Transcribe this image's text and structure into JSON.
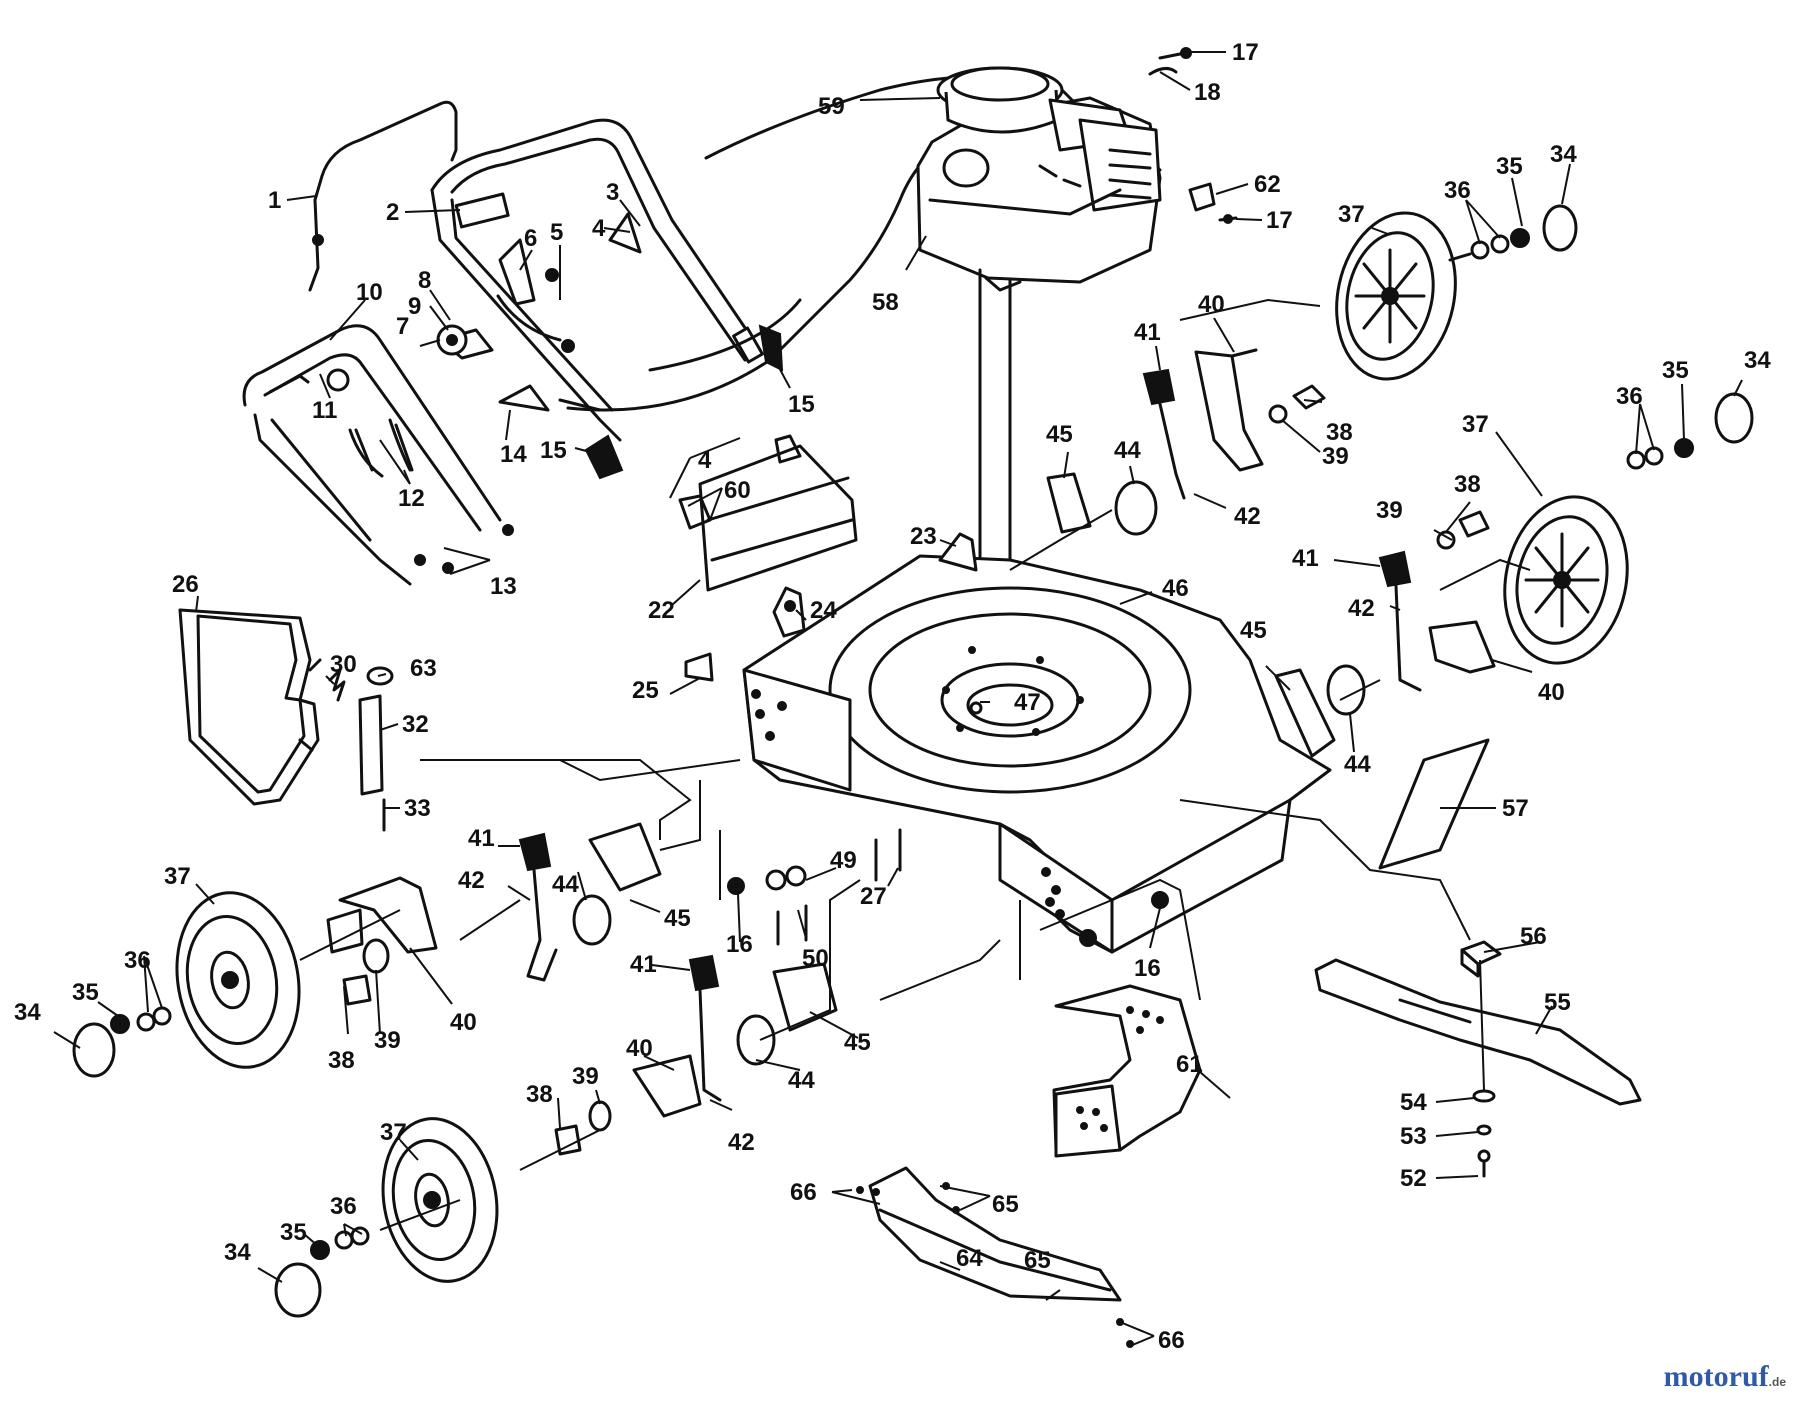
{
  "diagram": {
    "watermark": {
      "brand_main": "motoruf",
      "brand_accent": "",
      "suffix": ".de"
    },
    "callouts": [
      {
        "id": "c1",
        "text": "1"
      },
      {
        "id": "c2",
        "text": "2"
      },
      {
        "id": "c3",
        "text": "3"
      },
      {
        "id": "c4a",
        "text": "4"
      },
      {
        "id": "c5",
        "text": "5"
      },
      {
        "id": "c6",
        "text": "6"
      },
      {
        "id": "c7",
        "text": "7"
      },
      {
        "id": "c8",
        "text": "8"
      },
      {
        "id": "c9",
        "text": "9"
      },
      {
        "id": "c10",
        "text": "10"
      },
      {
        "id": "c11",
        "text": "11"
      },
      {
        "id": "c12",
        "text": "12"
      },
      {
        "id": "c13",
        "text": "13"
      },
      {
        "id": "c14",
        "text": "14"
      },
      {
        "id": "c15a",
        "text": "15"
      },
      {
        "id": "c15b",
        "text": "15"
      },
      {
        "id": "c4b",
        "text": "4"
      },
      {
        "id": "c60",
        "text": "60"
      },
      {
        "id": "c22",
        "text": "22"
      },
      {
        "id": "c59",
        "text": "59"
      },
      {
        "id": "c17a",
        "text": "17"
      },
      {
        "id": "c18",
        "text": "18"
      },
      {
        "id": "c62",
        "text": "62"
      },
      {
        "id": "c17b",
        "text": "17"
      },
      {
        "id": "c58",
        "text": "58"
      },
      {
        "id": "c37a",
        "text": "37"
      },
      {
        "id": "c36a",
        "text": "36"
      },
      {
        "id": "c35a",
        "text": "35"
      },
      {
        "id": "c34a",
        "text": "34"
      },
      {
        "id": "c41a",
        "text": "41"
      },
      {
        "id": "c40a",
        "text": "40"
      },
      {
        "id": "c38a",
        "text": "38"
      },
      {
        "id": "c39a",
        "text": "39"
      },
      {
        "id": "c42a",
        "text": "42"
      },
      {
        "id": "c45a",
        "text": "45"
      },
      {
        "id": "c44a",
        "text": "44"
      },
      {
        "id": "c37b",
        "text": "37"
      },
      {
        "id": "c36b",
        "text": "36"
      },
      {
        "id": "c35b",
        "text": "35"
      },
      {
        "id": "c34b",
        "text": "34"
      },
      {
        "id": "c38b",
        "text": "38"
      },
      {
        "id": "c39b",
        "text": "39"
      },
      {
        "id": "c41b",
        "text": "41"
      },
      {
        "id": "c42b",
        "text": "42"
      },
      {
        "id": "c40b",
        "text": "40"
      },
      {
        "id": "c23",
        "text": "23"
      },
      {
        "id": "c46",
        "text": "46"
      },
      {
        "id": "c24",
        "text": "24"
      },
      {
        "id": "c26",
        "text": "26"
      },
      {
        "id": "c30",
        "text": "30"
      },
      {
        "id": "c63",
        "text": "63"
      },
      {
        "id": "c25",
        "text": "25"
      },
      {
        "id": "c47",
        "text": "47"
      },
      {
        "id": "c45b",
        "text": "45"
      },
      {
        "id": "c44b",
        "text": "44"
      },
      {
        "id": "c57",
        "text": "57"
      },
      {
        "id": "c32",
        "text": "32"
      },
      {
        "id": "c33",
        "text": "33"
      },
      {
        "id": "c37c",
        "text": "37"
      },
      {
        "id": "c41c",
        "text": "41"
      },
      {
        "id": "c42c",
        "text": "42"
      },
      {
        "id": "c44c",
        "text": "44"
      },
      {
        "id": "c45c",
        "text": "45"
      },
      {
        "id": "c49",
        "text": "49"
      },
      {
        "id": "c27",
        "text": "27"
      },
      {
        "id": "c16a",
        "text": "16"
      },
      {
        "id": "c50",
        "text": "50"
      },
      {
        "id": "c16b",
        "text": "16"
      },
      {
        "id": "c56",
        "text": "56"
      },
      {
        "id": "c55",
        "text": "55"
      },
      {
        "id": "c36c",
        "text": "36"
      },
      {
        "id": "c34c",
        "text": "34"
      },
      {
        "id": "c35c",
        "text": "35"
      },
      {
        "id": "c38c",
        "text": "38"
      },
      {
        "id": "c39c",
        "text": "39"
      },
      {
        "id": "c40c",
        "text": "40"
      },
      {
        "id": "c41d",
        "text": "41"
      },
      {
        "id": "c45d",
        "text": "45"
      },
      {
        "id": "c44d",
        "text": "44"
      },
      {
        "id": "c61",
        "text": "61"
      },
      {
        "id": "c54",
        "text": "54"
      },
      {
        "id": "c53",
        "text": "53"
      },
      {
        "id": "c52",
        "text": "52"
      },
      {
        "id": "c40d",
        "text": "40"
      },
      {
        "id": "c39d",
        "text": "39"
      },
      {
        "id": "c38d",
        "text": "38"
      },
      {
        "id": "c42d",
        "text": "42"
      },
      {
        "id": "c37d",
        "text": "37"
      },
      {
        "id": "c36d",
        "text": "36"
      },
      {
        "id": "c35d",
        "text": "35"
      },
      {
        "id": "c34d",
        "text": "34"
      },
      {
        "id": "c66a",
        "text": "66"
      },
      {
        "id": "c65a",
        "text": "65"
      },
      {
        "id": "c64",
        "text": "64"
      },
      {
        "id": "c65b",
        "text": "65"
      },
      {
        "id": "c66b",
        "text": "66"
      }
    ]
  }
}
